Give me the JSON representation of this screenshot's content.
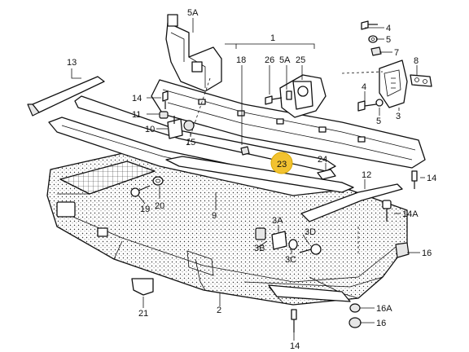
{
  "diagram": {
    "labels": {
      "l1": "1",
      "l2": "2",
      "l3": "3",
      "l4a": "4",
      "l4b": "4",
      "l5a": "5",
      "l5b": "5",
      "l5A_top": "5A",
      "l5A_mid": "5A",
      "l7": "7",
      "l8": "8",
      "l9": "9",
      "l10": "10",
      "l11": "11",
      "l12": "12",
      "l13": "13",
      "l14a": "14",
      "l14b": "14",
      "l14c": "14",
      "l14A": "14A",
      "l15": "15",
      "l16a": "16",
      "l16b": "16",
      "l16A": "16A",
      "l18": "18",
      "l19": "19",
      "l20": "20",
      "l21": "21",
      "l23": "23",
      "l24": "24",
      "l25": "25",
      "l26": "26",
      "l3A": "3A",
      "l3B": "3B",
      "l3C": "3C",
      "l3D": "3D"
    },
    "highlight_color": "#f2c230"
  }
}
